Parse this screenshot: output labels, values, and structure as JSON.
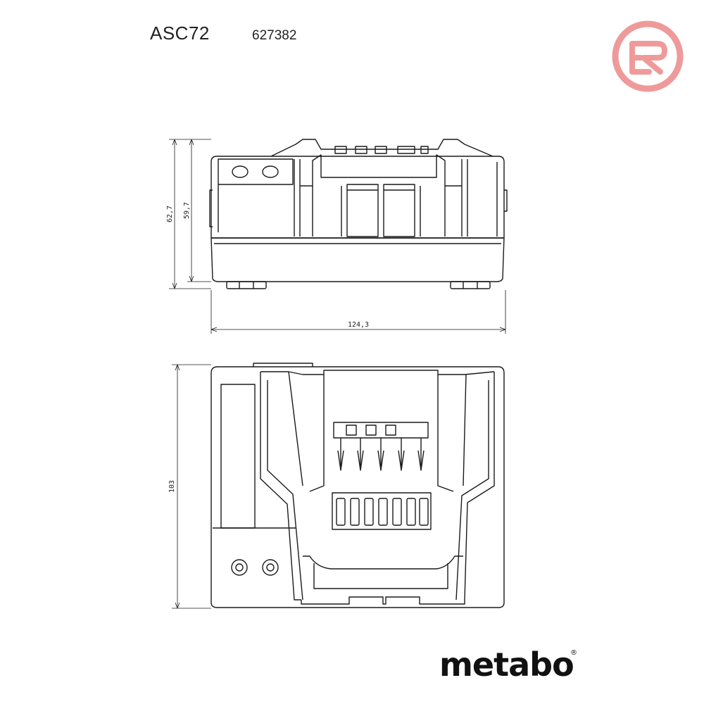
{
  "header": {
    "model": "ASC72",
    "article_number": "627382"
  },
  "dimensions": {
    "overall_height": "62,7",
    "body_height": "59,7",
    "width": "124,3",
    "depth": "103"
  },
  "brand": {
    "name": "metabo",
    "registered_mark": "®"
  },
  "colors": {
    "badge": "#ef9a9a",
    "line": "#1a1a1a"
  },
  "icons": {
    "badge": "cr-logo-icon"
  }
}
